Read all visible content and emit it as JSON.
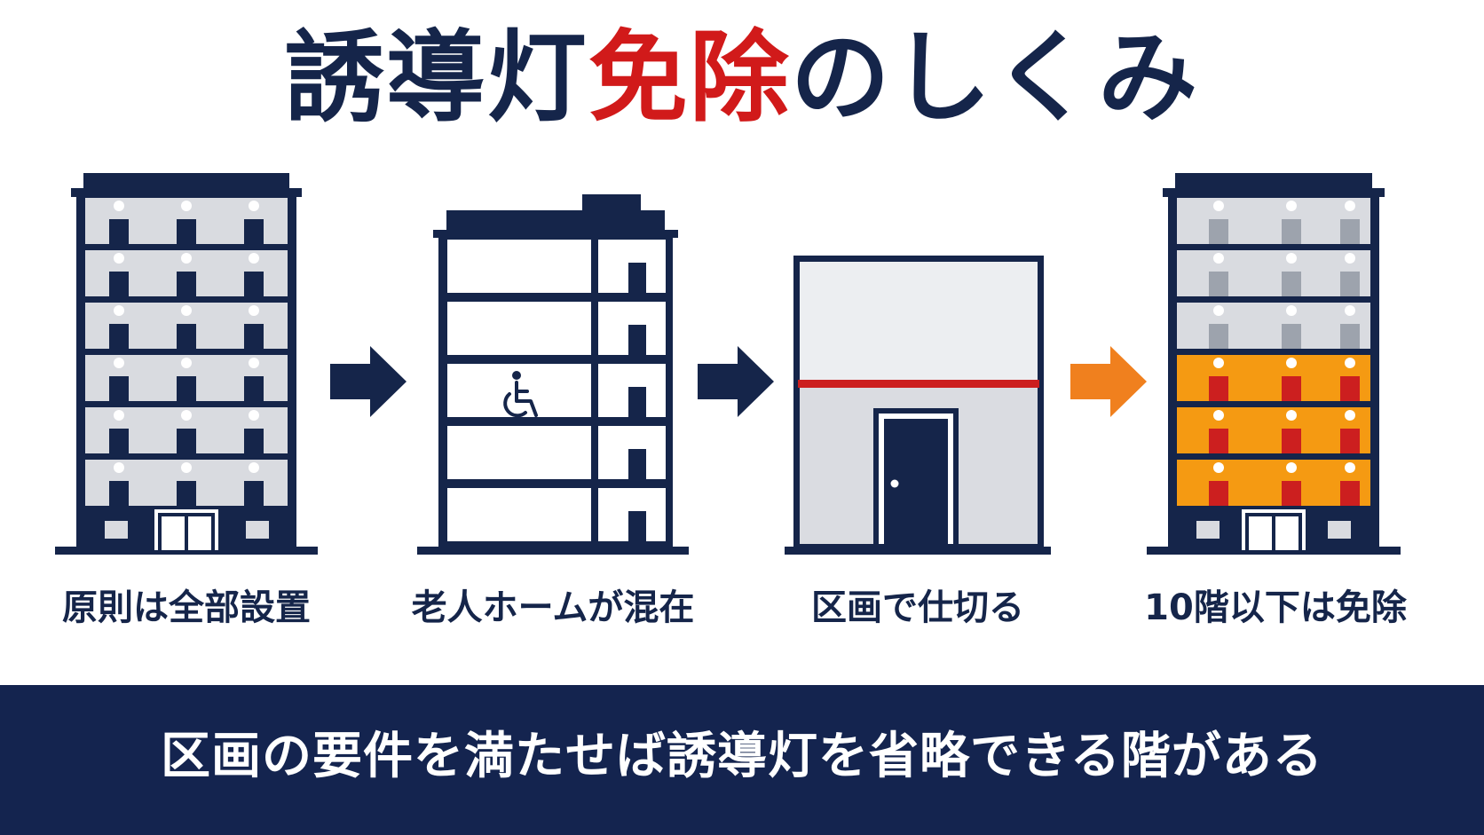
{
  "title": {
    "main": "誘導灯",
    "accent": "免除",
    "tail": "のしくみ"
  },
  "steps": [
    {
      "caption": "原則は全部設置"
    },
    {
      "caption": "老人ホームが混在"
    },
    {
      "caption": "区画で仕切る"
    },
    {
      "caption": "10階以下は免除"
    }
  ],
  "footer": {
    "text": "区画の要件を満たせば誘導灯を省略できる階がある"
  },
  "colors": {
    "navy": "#15254a",
    "accent_red": "#d11a1a",
    "orange": "#f59a12",
    "arrow_orange": "#f0801e",
    "partition_red": "#cc1f1f",
    "floor_gray": "#d9dbe0",
    "faded_gray": "#9da3ad"
  },
  "icons": [
    "right-arrow-icon",
    "wheelchair-icon",
    "door-icon"
  ]
}
